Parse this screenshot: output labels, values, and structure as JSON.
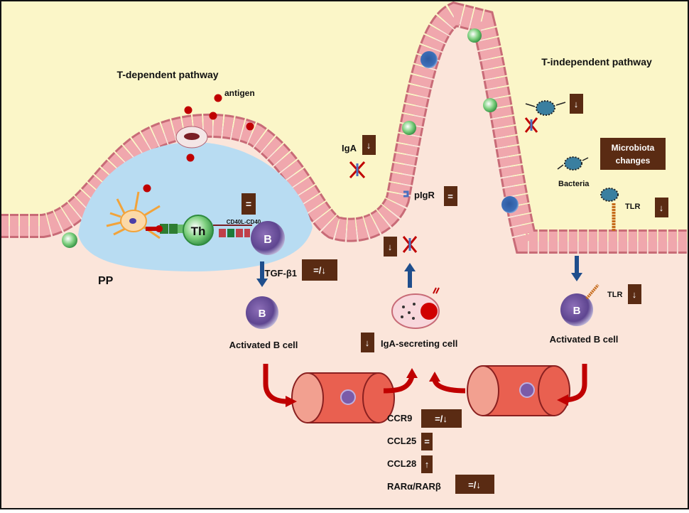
{
  "title_left": "T-dependent pathway",
  "title_right": "T-independent pathway",
  "antigen": "antigen",
  "pp": "PP",
  "th": "Th",
  "b": "B",
  "cd40": "CD40L-CD40",
  "tgf": "TGF-β1",
  "activated_b_left": "Activated B cell",
  "activated_b_right": "Activated B cell",
  "iga": "IgA",
  "pigr": "pIgR",
  "iga_secreting": "IgA-secreting cell",
  "bacteria": "Bacteria",
  "tlr": "TLR",
  "microbiota": [
    "Microbiota",
    "changes"
  ],
  "ccr9": "CCR9",
  "ccl25": "CCL25",
  "ccl28": "CCL28",
  "rar": "RARα/RARβ",
  "badges": {
    "b_cell": "=",
    "tgf": "=/↓",
    "iga": "↓",
    "pigr": "=",
    "iga_secreted": "↓",
    "iga_secreting": "↓",
    "bacteria": "↓",
    "tlr_epi": "↓",
    "tlr_b": "↓",
    "ccr9": "=/↓",
    "ccl25": "=",
    "ccl28": "↑",
    "rar": "=/↓"
  },
  "colors": {
    "lumen": "#fbf6c8",
    "tissue": "#fbe5da",
    "pp_dome": "#b8dcf2",
    "epithelium": "#f0a7ad",
    "badge": "#5a2b13",
    "arrow_blue": "#1f4e8c",
    "arrow_red": "#c00000",
    "b_cell": "#7b5ba8",
    "th_cell": "#4caf50"
  }
}
